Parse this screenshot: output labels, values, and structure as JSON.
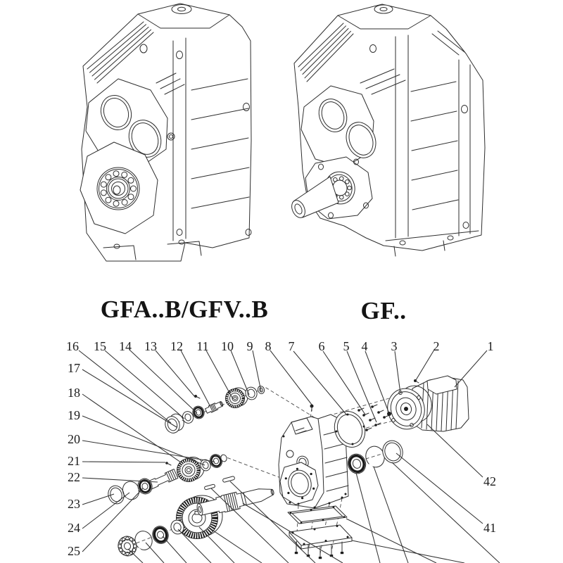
{
  "models": {
    "left": "GFA..B/GFV..B",
    "right": "GF.."
  },
  "exploded": {
    "callouts": {
      "1": "1",
      "2": "2",
      "3": "3",
      "4": "4",
      "5": "5",
      "6": "6",
      "7": "7",
      "8": "8",
      "9": "9",
      "10": "10",
      "11": "11",
      "12": "12",
      "13": "13",
      "14": "14",
      "15": "15",
      "16": "16",
      "17": "17",
      "18": "18",
      "19": "19",
      "20": "20",
      "21": "21",
      "22": "22",
      "23": "23",
      "24": "24",
      "25": "25",
      "41": "41",
      "42": "42"
    }
  }
}
